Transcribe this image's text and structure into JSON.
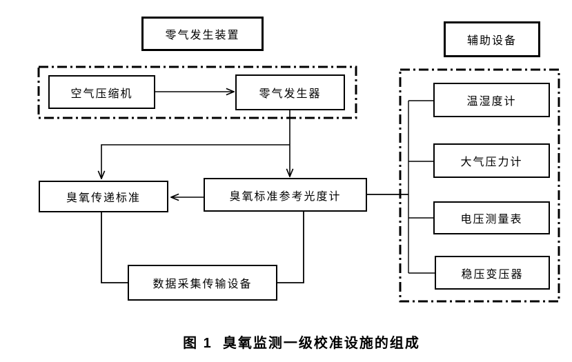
{
  "groups": {
    "zero_gas_device": {
      "label": "零气发生装置"
    },
    "auxiliary_equipment": {
      "label": "辅助设备"
    }
  },
  "nodes": {
    "air_compressor": {
      "label": "空气压缩机"
    },
    "zero_gas_generator": {
      "label": "零气发生器"
    },
    "ozone_transfer_standard": {
      "label": "臭氧传递标准"
    },
    "ozone_standard_reference_photometer": {
      "label": "臭氧标准参考光度计"
    },
    "data_acquisition_transmission": {
      "label": "数据采集传输设备"
    },
    "thermo_hygrometer": {
      "label": "温湿度计"
    },
    "atmospheric_pressure_gauge": {
      "label": "大气压力计"
    },
    "voltage_meter": {
      "label": "电压测量表"
    },
    "voltage_stabilizing_transformer": {
      "label": "稳压变压器"
    }
  },
  "edges": [
    {
      "from": "air_compressor",
      "to": "zero_gas_generator",
      "arrow": true
    },
    {
      "from": "zero_gas_generator",
      "to": "ozone_standard_reference_photometer",
      "arrow": true
    },
    {
      "from": "zero_gas_generator",
      "to": "ozone_transfer_standard",
      "arrow": true
    },
    {
      "from": "ozone_standard_reference_photometer",
      "to": "ozone_transfer_standard",
      "arrow": true
    },
    {
      "from": "ozone_transfer_standard",
      "to": "data_acquisition_transmission",
      "arrow": false
    },
    {
      "from": "ozone_standard_reference_photometer",
      "to": "data_acquisition_transmission",
      "arrow": false
    },
    {
      "from": "ozone_standard_reference_photometer",
      "to": "auxiliary_equipment",
      "arrow": false
    },
    {
      "from": "auxiliary_equipment",
      "to": "thermo_hygrometer",
      "arrow": false
    },
    {
      "from": "auxiliary_equipment",
      "to": "atmospheric_pressure_gauge",
      "arrow": false
    },
    {
      "from": "auxiliary_equipment",
      "to": "voltage_meter",
      "arrow": false
    },
    {
      "from": "auxiliary_equipment",
      "to": "voltage_stabilizing_transformer",
      "arrow": false
    }
  ],
  "caption": {
    "text": "图 1  臭氧监测一级校准设施的组成"
  },
  "colors": {
    "line": "#000000",
    "text": "#000000",
    "background": "#ffffff"
  }
}
